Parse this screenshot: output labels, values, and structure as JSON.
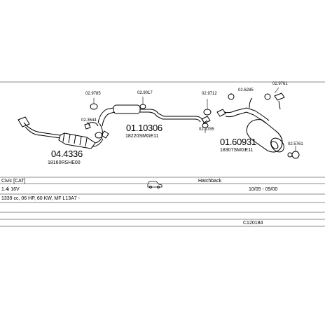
{
  "diagram": {
    "part_refs": {
      "r1": "02.9785",
      "r2": "02.9017",
      "r3": "02.9712",
      "r4": "02.6285",
      "r5": "02.9761",
      "r6": "02.3644",
      "r7": "02.9785",
      "r8": "02.5761"
    },
    "parts": [
      {
        "number": "04.4336",
        "oem": "18160RSHE00"
      },
      {
        "number": "01.10306",
        "oem": "18220SMGE11"
      },
      {
        "number": "01.60931",
        "oem": "18307SMGE11"
      }
    ]
  },
  "info": {
    "model": "Civic [CAT]",
    "body_type": "Hatchback",
    "engine": "1.4i 16V",
    "years": "10/05 - 09/00",
    "spec": "1339 cc, 06 HP, 60 KW, MF L13A7 -",
    "code": "C120184"
  },
  "icons": {
    "body_type_icon": "car-icon"
  }
}
